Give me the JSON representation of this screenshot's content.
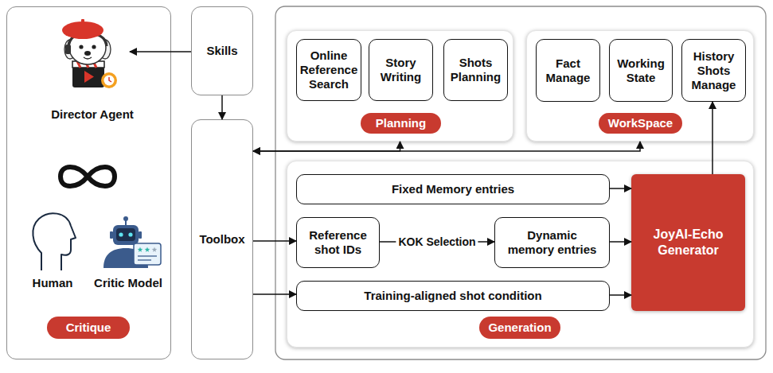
{
  "diagram": {
    "nodes": [
      {
        "text": [
          "Critique"
        ]
      },
      {
        "text": [
          "Director Agent"
        ],
        "in": 0
      },
      {
        "text": [
          "Human"
        ],
        "in": 0
      },
      {
        "text": [
          "Critic Model"
        ],
        "in": 0
      },
      {
        "text": [
          "Skills"
        ]
      },
      {
        "text": [
          "Toolbox"
        ]
      },
      {
        "text": [
          "Planning"
        ]
      },
      {
        "text": [
          "Online Reference Search"
        ],
        "in": 6
      },
      {
        "text": [
          "Story Writing"
        ],
        "in": 6
      },
      {
        "text": [
          "Shots Planning"
        ],
        "in": 6
      },
      {
        "text": [
          "WorkSpace"
        ]
      },
      {
        "text": [
          "Fact Manage"
        ],
        "in": 10
      },
      {
        "text": [
          "Working State"
        ],
        "in": 10
      },
      {
        "text": [
          "History Shots Manage"
        ],
        "in": 10
      },
      {
        "text": [
          "Generation"
        ]
      },
      {
        "text": [
          "Fixed Memory entries"
        ],
        "in": 14
      },
      {
        "text": [
          "Reference shot IDs"
        ],
        "in": 14
      },
      {
        "text": [
          "Dynamic memory entries"
        ],
        "in": 14
      },
      {
        "text": [
          "Training-aligned shot condition"
        ],
        "in": 14
      },
      {
        "text": [
          "JoyAI-Echo Generator"
        ],
        "in": 14
      }
    ],
    "edges": [
      {
        "from": 4,
        "to": 1,
        "arrow": "to"
      },
      {
        "from": 4,
        "to": 5,
        "arrow": "to"
      },
      {
        "from": 5,
        "to": 6,
        "arrow": "both"
      },
      {
        "from": 5,
        "to": 10,
        "arrow": "both"
      },
      {
        "from": 5,
        "to": 16,
        "arrow": "to"
      },
      {
        "from": 5,
        "to": 18,
        "arrow": "to"
      },
      {
        "from": 16,
        "to": 17,
        "label": "KOK Selection",
        "arrow": "to"
      },
      {
        "from": 15,
        "to": 19,
        "arrow": "to"
      },
      {
        "from": 17,
        "to": 19,
        "arrow": "to"
      },
      {
        "from": 18,
        "to": 19,
        "arrow": "to"
      },
      {
        "from": 19,
        "to": 13,
        "arrow": "to"
      }
    ]
  }
}
